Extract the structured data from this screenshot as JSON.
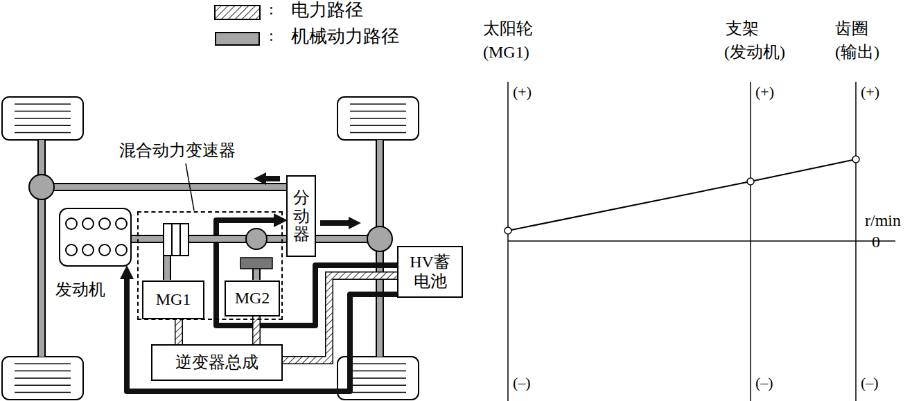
{
  "diagram": {
    "nodes": [
      {
        "text": [
          "混合动力变速器"
        ]
      },
      {
        "text": [
          "发动机"
        ]
      },
      {
        "text": [
          "MG1"
        ],
        "in": 0
      },
      {
        "text": [
          "MG2"
        ],
        "in": 0
      },
      {
        "text": [
          "分动器"
        ]
      },
      {
        "text": [
          "HV蓄 电池"
        ]
      },
      {
        "text": [
          "逆变器总成"
        ]
      }
    ],
    "edges": [
      {
        "from": 5,
        "to": 4,
        "arrow": "to"
      },
      {
        "from": 5,
        "to": 1,
        "arrow": "to"
      },
      {
        "from": 6,
        "to": 5,
        "arrow": "none"
      },
      {
        "from": 2,
        "to": 6,
        "arrow": "none"
      },
      {
        "from": 3,
        "to": 6,
        "arrow": "none"
      },
      {
        "from": 1,
        "to": 4,
        "arrow": "none"
      }
    ],
    "labels": [
      ":",
      ":",
      "太阳轮",
      "(MG1)",
      "支架",
      "(发动机)",
      "齿圈",
      "(输出)",
      "(+)",
      "(+)",
      "(+)",
      "(–)",
      "(–)",
      "(–)",
      "r/min",
      "0"
    ],
    "legend": [
      {
        "text": "电力路径"
      },
      {
        "text": "机械动力路径",
        "color": "#a6a6a6"
      }
    ]
  }
}
